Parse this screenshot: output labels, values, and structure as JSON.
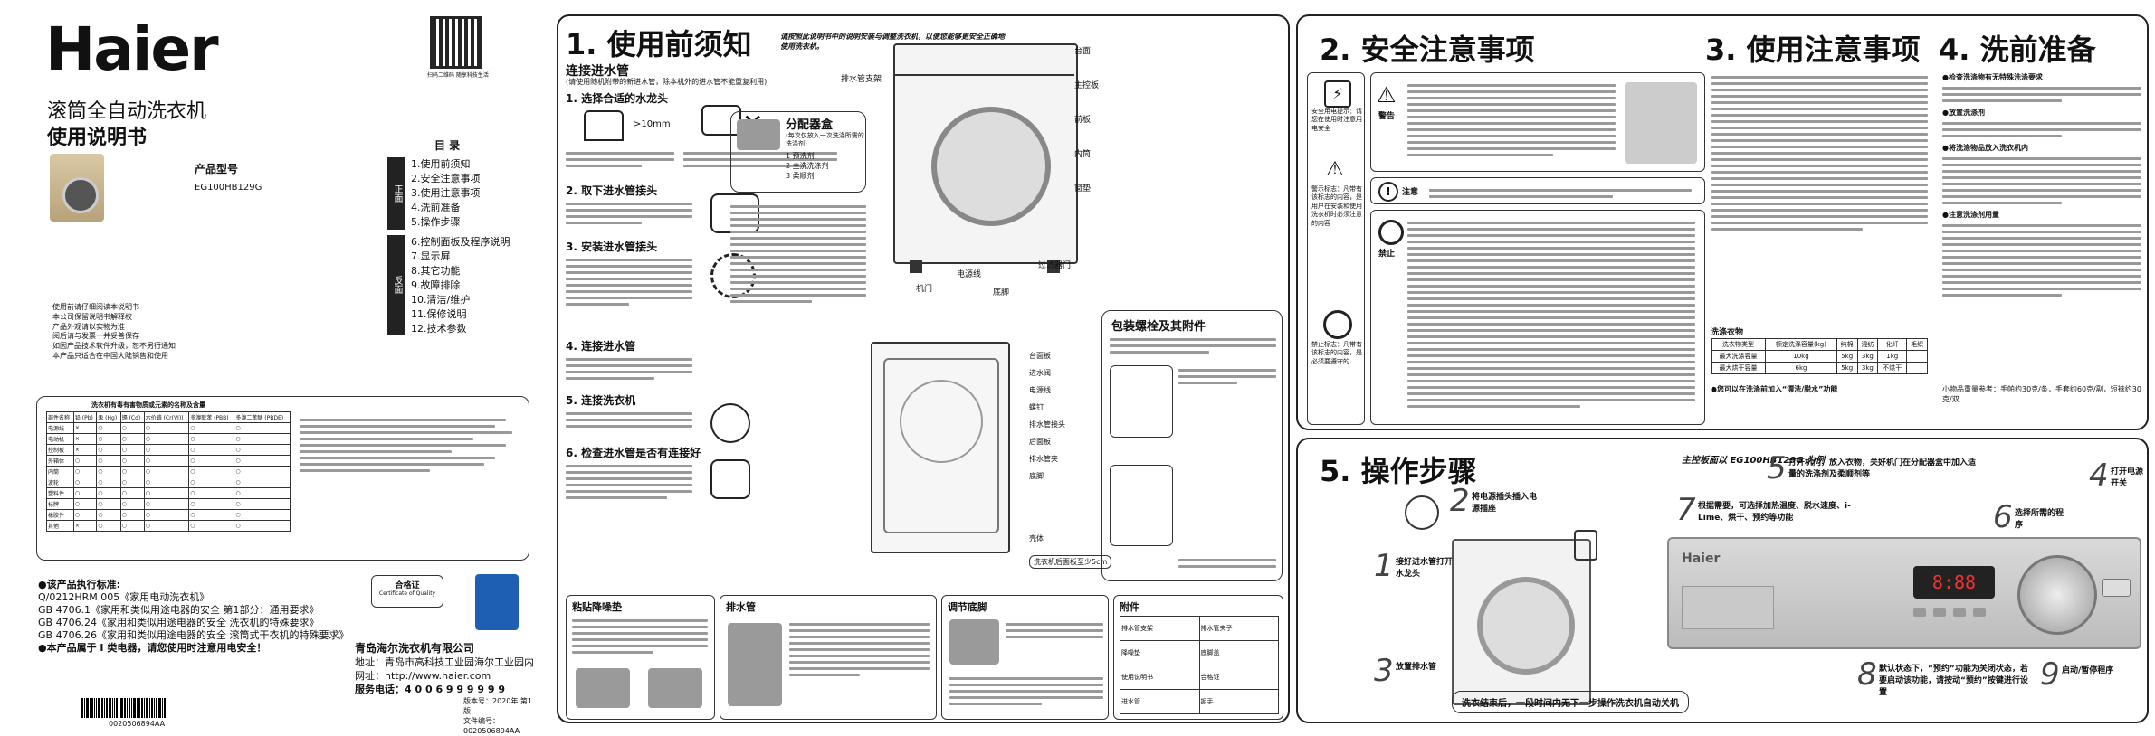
{
  "cover": {
    "brand": "Haier",
    "title_line1": "滚筒全自动洗衣机",
    "title_line2": "使用说明书",
    "model_label": "产品型号",
    "model_value": "EG100HB129G",
    "qr_caption": "扫码二维码 随享科技生活",
    "toc_title": "目  录",
    "toc_tab_a": "正面",
    "toc_tab_b": "反面",
    "toc_front": [
      "1.使用前须知",
      "2.安全注意事项",
      "3.使用注意事项",
      "4.洗前准备",
      "5.操作步骤"
    ],
    "toc_back": [
      "6.控制面板及程序说明",
      "7.显示屏",
      "8.其它功能",
      "9.故障排除",
      "10.清洁/维护",
      "11.保修说明",
      "12.技术参数"
    ],
    "notes": [
      "使用前请仔细阅读本说明书",
      "本公司保留说明书解释权",
      "产品外观请以实物为准",
      "阅后请与发票一并妥善保存",
      "如因产品技术软件升级，恕不另行通知",
      "本产品只适合在中国大陆销售和使用"
    ],
    "table_title": "洗衣机有毒有害物质或元素的名称及含量",
    "table_header": [
      "部件名称",
      "铅 (Pb)",
      "汞 (Hg)",
      "镉 (Cd)",
      "六价铬 (Cr(VI))",
      "多溴联苯 (PBB)",
      "多溴二苯醚 (PBDE)"
    ],
    "table_rows": [
      "电源线",
      "电动机",
      "控制板",
      "外箱体",
      "内筒",
      "波轮",
      "塑料件",
      "标牌",
      "橡胶件",
      "其他"
    ],
    "standards_title": "●该产品执行标准:",
    "standards": [
      "Q/0212HRM 005《家用电动洗衣机》",
      "GB 4706.1《家用和类似用途电器的安全 第1部分：通用要求》",
      "GB 4706.24《家用和类似用途电器的安全 洗衣机的特殊要求》",
      "GB 4706.26《家用和类似用途电器的安全 滚筒式干衣机的特殊要求》"
    ],
    "grade_note": "●本产品属于 I 类电器，请您使用时注意用电安全！",
    "cert_title": "合格证",
    "cert_sub": "Certificate of Quality",
    "company": "青岛海尔洗衣机有限公司",
    "address": "地址：青岛市高科技工业园海尔工业园内",
    "website": "网址：http://www.haier.com",
    "hotline": "服务电话：4 0 0 6  9 9 9  9 9 9",
    "version": "版本号：2020年 第1版",
    "doc_no": "文件编号：0020506894AA",
    "barcode_no": "0020506894AA"
  },
  "s1": {
    "title": "1. 使用前须知",
    "subtitle": "请按照此说明书中的说明安装与调整洗衣机，以便您能够更安全正确地使用洗衣机。",
    "hose_title": "连接进水管",
    "hose_sub": "(请使用随机附带的新进水管，除本机外的进水管不能重复利用)",
    "steps": [
      "1. 选择合适的水龙头",
      "2. 取下进水管接头",
      "3. 安装进水管接头",
      "4. 连接进水管",
      "5. 连接洗衣机",
      "6. 检查进水管是否有连接好"
    ],
    "dim_label": ">10mm",
    "dispenser_title": "分配器盒",
    "dispenser_note": "(每次仅放入一次洗涤所需的洗涤剂)",
    "dispenser_items": [
      "1 预洗剂",
      "2 主洗洗涤剂",
      "3 柔顺剂"
    ],
    "parts": [
      "台面",
      "主控板",
      "排水管支架",
      "前板",
      "内筒",
      "窗垫",
      "过滤器门",
      "机门",
      "电源线",
      "底脚"
    ],
    "packing_title": "包装螺栓及其附件",
    "back_parts": [
      "台面板",
      "进水阀",
      "电源线",
      "螺钉",
      "排水管接头",
      "后面板",
      "排水管夹",
      "底脚",
      "壳体"
    ],
    "measure": "洗衣机后面板至少5cm",
    "bottom_titles": [
      "粘贴降噪垫",
      "排水管",
      "调节底脚",
      "附件"
    ],
    "accessories": [
      "排水管支架",
      "排水管夹子",
      "降噪垫",
      "底脚盖",
      "使用说明书",
      "合格证",
      "进水管",
      "扳手"
    ]
  },
  "s2": {
    "title": "2. 安全注意事项",
    "warn_heads": [
      "警告",
      "注意",
      "禁止"
    ],
    "side_notes": [
      "安全用电提示：请您在使用时注意用电安全",
      "警示标志：凡带有该标志的内容，是用户在安装和使用洗衣机时必须注意的内容",
      "禁止标志：凡带有该标志的内容，是必须要遵守的"
    ],
    "rows": 9
  },
  "s3": {
    "title": "3. 使用注意事项",
    "table_title": "洗涤衣物",
    "table_header": [
      "洗衣物类型",
      "额定洗涤容量(kg)",
      "纯棉",
      "混纺",
      "化纤",
      "毛织"
    ],
    "table_rows": [
      [
        "最大洗涤容量",
        "10kg",
        "5kg",
        "3kg",
        "1kg"
      ],
      [
        "最大烘干容量",
        "6kg",
        "5kg",
        "3kg",
        "不烘干"
      ]
    ],
    "tip": "●您可以在洗涤前加入“漂洗/脱水”功能"
  },
  "s4": {
    "title": "4. 洗前准备",
    "tips": [
      "●检查洗涤物有无特殊洗涤要求",
      "●放置洗涤剂",
      "●将洗涤物品放入洗衣机内",
      "●注意洗涤剂用量"
    ],
    "capacity_note": "小物品重量参考：手帕约30克/条，手套约60克/副，短袜约30克/双"
  },
  "s5": {
    "title": "5. 操作步骤",
    "panel_note": "主控板面以 EG100HB129G 为例",
    "steps": [
      {
        "n": "1",
        "t": "接好进水管打开水龙头"
      },
      {
        "n": "2",
        "t": "将电源插头插入电源插座"
      },
      {
        "n": "3",
        "t": "放置排水管"
      },
      {
        "n": "4",
        "t": "打开电源开关"
      },
      {
        "n": "5",
        "t": "打开机门，放入衣物，关好机门在分配器盒中加入适量的洗涤剂及柔顺剂等"
      },
      {
        "n": "6",
        "t": "选择所需的程序"
      },
      {
        "n": "7",
        "t": "根据需要，可选择加热温度、脱水速度、i-Lime、烘干、预约等功能"
      },
      {
        "n": "8",
        "t": "默认状态下，“预约”功能为关闭状态，若要启动该功能，请按动“预约”按键进行设置"
      },
      {
        "n": "9",
        "t": "启动/暂停程序"
      }
    ],
    "end_note": "洗衣结束后，一段时间内无下一步操作洗衣机自动关机",
    "display": "8:88",
    "brand_small": "Haier"
  }
}
